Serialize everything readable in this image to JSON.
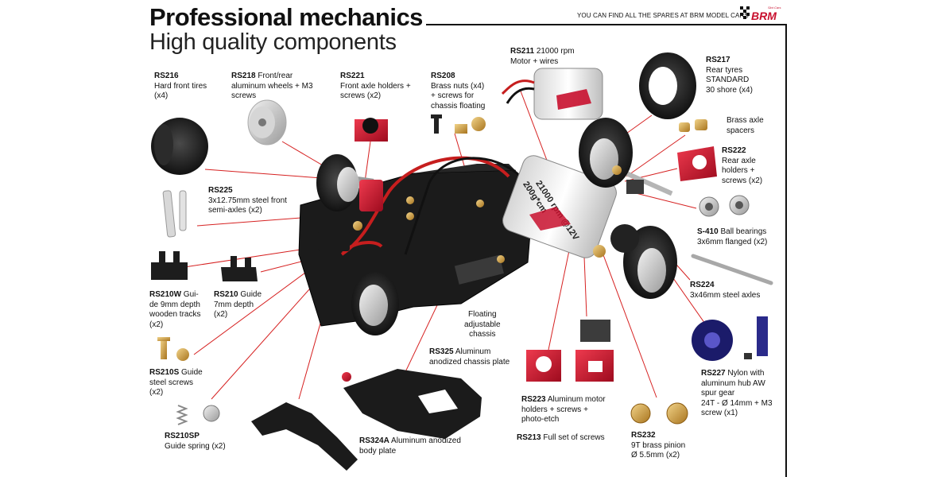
{
  "header": {
    "title": "Professional mechanics",
    "subtitle": "High quality components",
    "tagline": "YOU CAN FIND ALL THE SPARES AT BRM MODEL CARS",
    "logo_text": "BRM",
    "logo_small": "Slot Cars"
  },
  "motor_print": {
    "line1": "21000 rpm @12V",
    "line2": "200g*cm"
  },
  "colors": {
    "leader": "#d62121",
    "anodized_red": "#c8102e",
    "chassis": "#1b1b1b"
  },
  "parts": [
    {
      "code": "RS216",
      "lines": [
        "Hard front tires",
        "(x4)"
      ]
    },
    {
      "code": "RS218",
      "first": "Front/rear",
      "lines": [
        "aluminum wheels + M3",
        "screws"
      ]
    },
    {
      "code": "RS221",
      "lines": [
        "Front axle holders +",
        "screws (x2)"
      ]
    },
    {
      "code": "RS208",
      "lines": [
        "Brass nuts (x4)",
        "+ screws for",
        "chassis floating"
      ]
    },
    {
      "code": "RS211",
      "first": "21000 rpm",
      "lines": [
        "Motor + wires"
      ]
    },
    {
      "code": "RS217",
      "lines": [
        "Rear tyres",
        "STANDARD",
        "30 shore (x4)"
      ]
    },
    {
      "code": "",
      "lines": [
        "Brass axle",
        "spacers"
      ]
    },
    {
      "code": "RS222",
      "lines": [
        "Rear axle",
        "holders +",
        "screws (x2)"
      ]
    },
    {
      "code": "RS225",
      "lines": [
        "3x12.75mm steel front",
        "semi-axles (x2)"
      ]
    },
    {
      "code": "S-410",
      "first": "Ball bearings",
      "lines": [
        "3x6mm flanged (x2)"
      ]
    },
    {
      "code": "RS224",
      "lines": [
        "3x46mm steel axles"
      ]
    },
    {
      "code": "RS210W",
      "first": "Gui-",
      "lines": [
        "de 9mm depth",
        "wooden tracks",
        "(x2)"
      ]
    },
    {
      "code": "RS210",
      "first": "Guide",
      "lines": [
        "7mm depth",
        "(x2)"
      ]
    },
    {
      "code": "",
      "lines": [
        "Floating",
        "adjustable",
        "chassis"
      ]
    },
    {
      "code": "RS325",
      "first": "Aluminum",
      "lines": [
        "anodized chassis plate"
      ]
    },
    {
      "code": "RS210S",
      "first": "Guide",
      "lines": [
        "steel screws",
        "(x2)"
      ]
    },
    {
      "code": "RS227",
      "first": "Nylon with",
      "lines": [
        "aluminum hub AW",
        "spur gear",
        "24T  - Ø 14mm + M3",
        "screw (x1)"
      ]
    },
    {
      "code": "RS223",
      "first": "Aluminum motor",
      "lines": [
        "holders + screws +",
        "photo-etch"
      ]
    },
    {
      "code": "RS213",
      "first": "Full set of screws",
      "lines": []
    },
    {
      "code": "RS232",
      "lines": [
        "9T brass pinion",
        "Ø 5.5mm (x2)"
      ]
    },
    {
      "code": "RS210SP",
      "lines": [
        "Guide spring (x2)"
      ]
    },
    {
      "code": "RS324A",
      "first": "Aluminum anodized",
      "lines": [
        "body plate"
      ]
    }
  ]
}
